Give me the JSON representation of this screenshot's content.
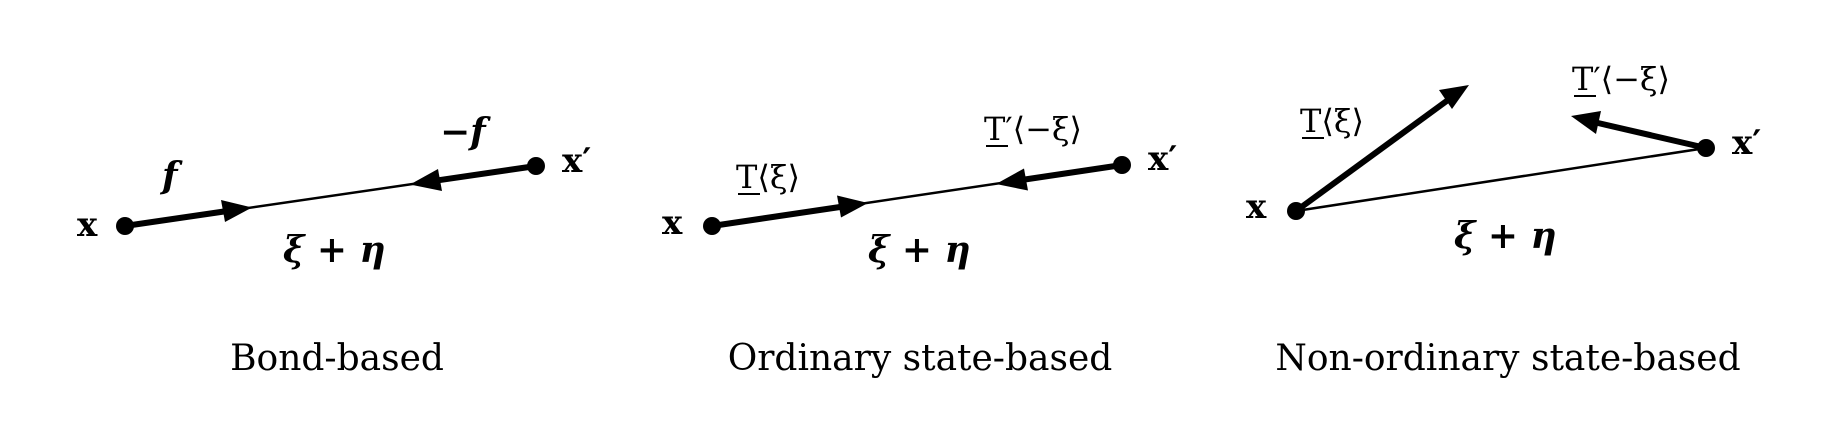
{
  "panels": [
    {
      "caption": "Bond-based",
      "point_x_label": "x",
      "point_xprime_label": "x′",
      "force_label": "f",
      "force_neg_label": "−f",
      "bond_label": "ξ + η"
    },
    {
      "caption": "Ordinary state-based",
      "point_x_label": "x",
      "point_xprime_label": "x′",
      "force_label": "T⟨ξ⟩",
      "force_neg_label": "T′⟨−ξ⟩",
      "bond_label": "ξ + η"
    },
    {
      "caption": "Non-ordinary state-based",
      "point_x_label": "x",
      "point_xprime_label": "x′",
      "force_label": "T⟨ξ⟩",
      "force_neg_label": "T′⟨−ξ⟩",
      "bond_label": "ξ + η"
    }
  ],
  "colors": {
    "ink": "#000000",
    "background": "#ffffff"
  }
}
